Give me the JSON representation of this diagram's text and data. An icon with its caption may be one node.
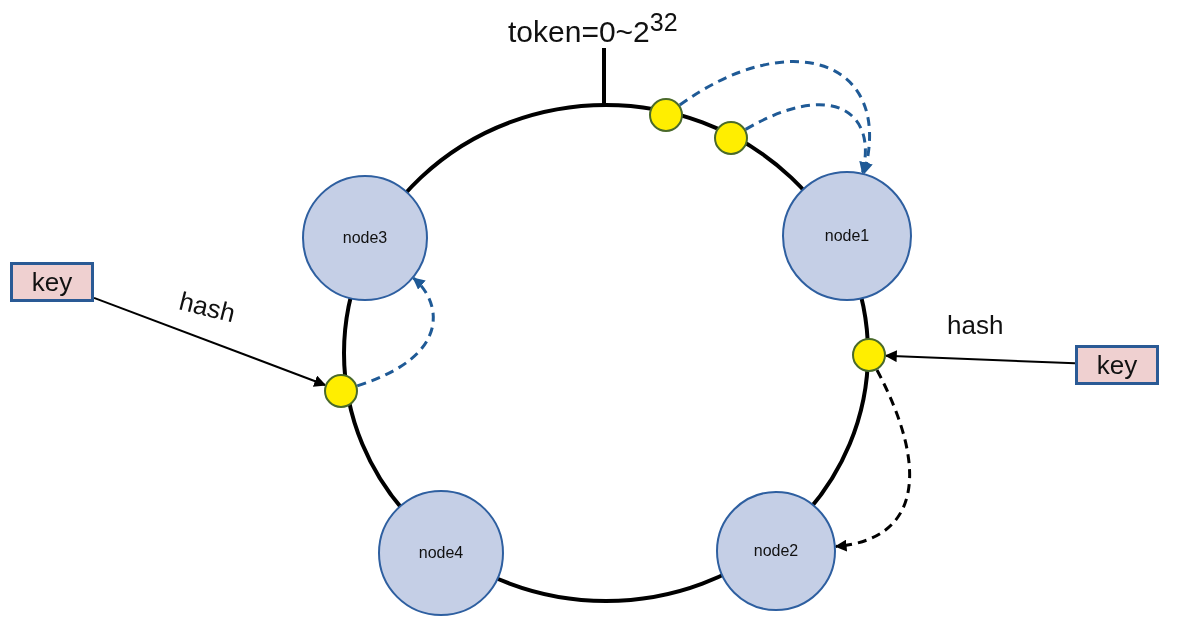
{
  "diagram": {
    "nodes": [
      {
        "text": [],
        "shape": "circle"
      },
      {
        "text": [],
        "shape": "circle"
      },
      {
        "text": [
          "node3"
        ]
      },
      {
        "text": [
          "node1"
        ]
      },
      {
        "text": [
          "key"
        ]
      },
      {
        "text": [],
        "shape": "circle"
      },
      {
        "text": [],
        "shape": "circle"
      },
      {
        "text": [
          "key"
        ]
      },
      {
        "text": [
          "node4"
        ]
      },
      {
        "text": [
          "node2"
        ]
      }
    ],
    "edges": [
      {
        "from": 0,
        "to": 3,
        "arrow": "to",
        "style": "dashed",
        "color": "#1f5a96"
      },
      {
        "from": 1,
        "to": 3,
        "arrow": "to",
        "style": "dashed",
        "color": "#1f5a96"
      },
      {
        "from": 4,
        "to": 5,
        "arrow": "to",
        "label": "hash",
        "color": "#000000"
      },
      {
        "from": 5,
        "to": 2,
        "arrow": "to",
        "style": "dashed",
        "color": "#1f5a96"
      },
      {
        "from": 7,
        "to": 6,
        "arrow": "to",
        "label": "hash",
        "color": "#000000"
      },
      {
        "from": 6,
        "to": 9,
        "arrow": "to",
        "style": "dashed",
        "color": "#000000"
      }
    ],
    "labels": [
      "token=0~2$^{32}$"
    ]
  }
}
